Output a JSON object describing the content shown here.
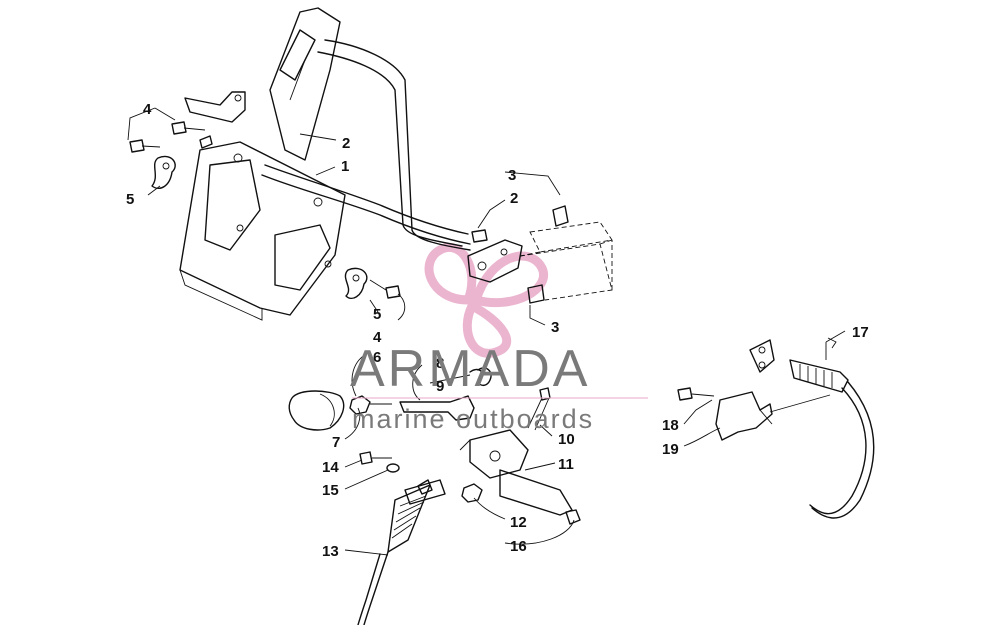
{
  "watermark": {
    "title": "ARMADA",
    "subtitle": "marine outboards",
    "logo_color": "#e8a9c8",
    "text_color": "#7a7a7a"
  },
  "callouts": {
    "c1": "1",
    "c2a": "2",
    "c2b": "2",
    "c3a": "3",
    "c3b": "3",
    "c4a": "4",
    "c4b": "4",
    "c5a": "5",
    "c5b": "5",
    "c6": "6",
    "c7": "7",
    "c8": "8",
    "c9": "9",
    "c10": "10",
    "c11": "11",
    "c12": "12",
    "c13": "13",
    "c14": "14",
    "c15": "15",
    "c16": "16",
    "c17": "17",
    "c18": "18",
    "c19": "19"
  }
}
